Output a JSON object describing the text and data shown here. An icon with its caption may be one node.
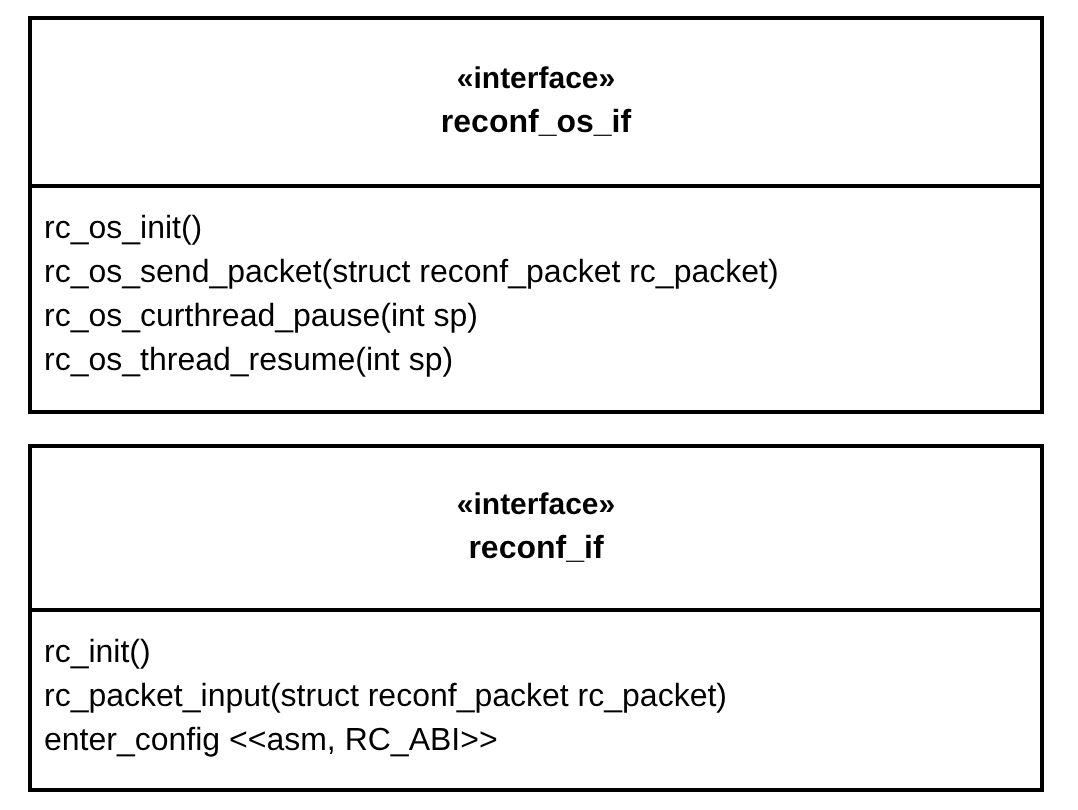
{
  "diagram": {
    "nodes": [
      {
        "text": [
          "«interface»",
          "reconf_os_if",
          "rc_os_init()",
          "rc_os_send_packet(struct reconf_packet rc_packet)",
          "rc_os_curthread_pause(int sp)",
          "rc_os_thread_resume(int sp)"
        ]
      },
      {
        "text": [
          "«interface»",
          "reconf_if",
          "rc_init()",
          "rc_packet_input(struct reconf_packet rc_packet)",
          "enter_config <<asm, RC_ABI>>"
        ]
      }
    ]
  }
}
